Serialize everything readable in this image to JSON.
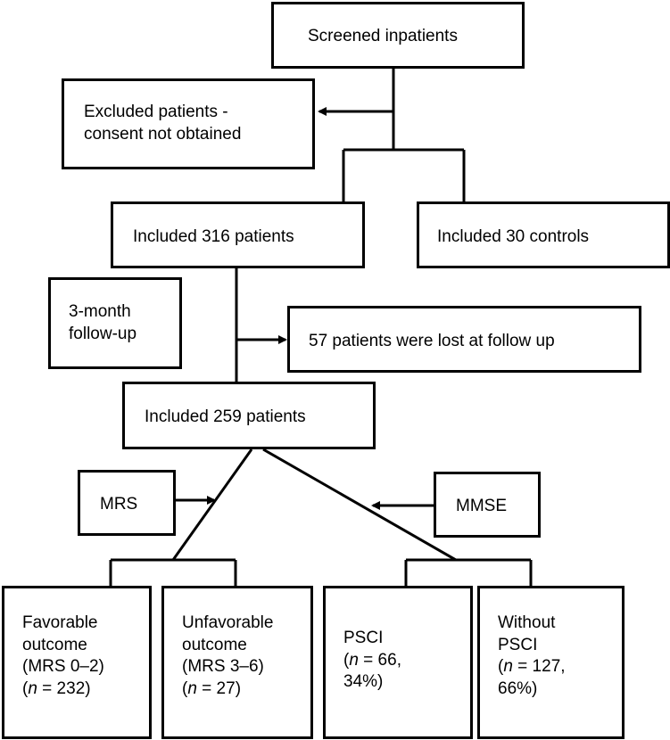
{
  "boxes": {
    "screened": "Screened inpatients",
    "excluded": "Excluded patients -\nconsent not obtained",
    "included316": "Included 316 patients",
    "controls": "Included 30 controls",
    "followup": "3-month\nfollow-up",
    "lost": "57 patients were lost at follow up",
    "included259": "Included 259 patients",
    "mrs": "MRS",
    "mmse": "MMSE",
    "favorable": {
      "line1": "Favorable",
      "line2": "outcome",
      "line3": "(MRS 0–2)",
      "n_prefix": "(",
      "n_symbol": "n",
      "n_suffix": " = 232)"
    },
    "unfavorable": {
      "line1": "Unfavorable",
      "line2": "outcome",
      "line3": "(MRS 3–6)",
      "n_prefix": "(",
      "n_symbol": "n",
      "n_suffix": " = 27)"
    },
    "psci": {
      "line1": "PSCI",
      "n_prefix": "(",
      "n_symbol": "n",
      "n_suffix": " = 66,",
      "line3": "34%)"
    },
    "without_psci": {
      "line1": "Without",
      "line2": "PSCI",
      "n_prefix": "(",
      "n_symbol": "n",
      "n_suffix": " = 127,",
      "line4": "66%)"
    }
  }
}
